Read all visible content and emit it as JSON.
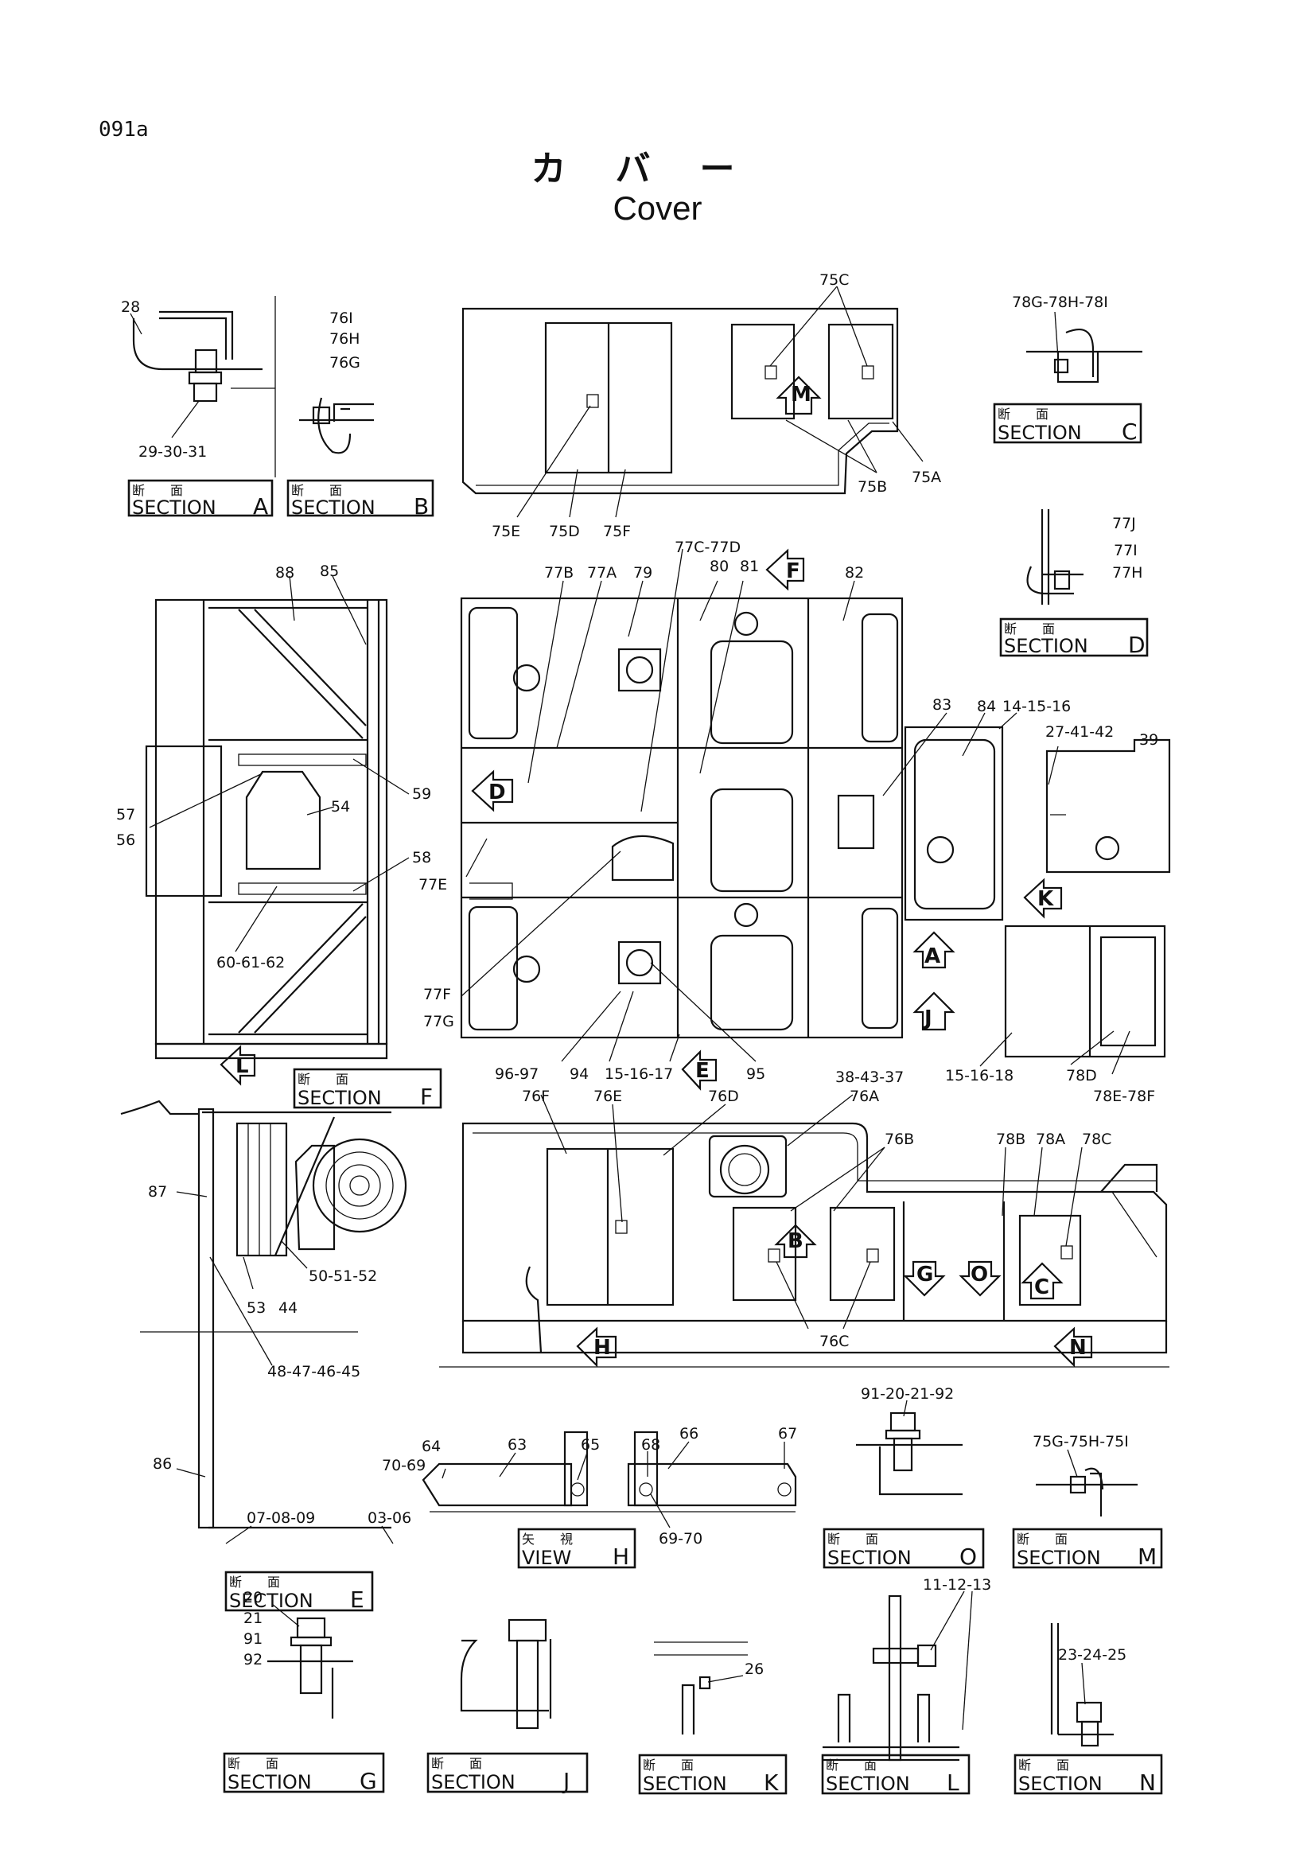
{
  "page_code": "091a",
  "title_jp": "カバー",
  "title_en": "Cover",
  "section_boxes": [
    {
      "jp": "断　　面",
      "word": "SECTION",
      "letter": "A"
    },
    {
      "jp": "断　　面",
      "word": "SECTION",
      "letter": "B"
    },
    {
      "jp": "断　　面",
      "word": "SECTION",
      "letter": "C"
    },
    {
      "jp": "断　　面",
      "word": "SECTION",
      "letter": "D"
    },
    {
      "jp": "断　　面",
      "word": "SECTION",
      "letter": "F"
    },
    {
      "jp": "断　　面",
      "word": "SECTION",
      "letter": "E"
    },
    {
      "jp": "矢　　視",
      "word": "VIEW",
      "letter": "H"
    },
    {
      "jp": "断　　面",
      "word": "SECTION",
      "letter": "O"
    },
    {
      "jp": "断　　面",
      "word": "SECTION",
      "letter": "M"
    },
    {
      "jp": "断　　面",
      "word": "SECTION",
      "letter": "G"
    },
    {
      "jp": "断　　面",
      "word": "SECTION",
      "letter": "J"
    },
    {
      "jp": "断　　面",
      "word": "SECTION",
      "letter": "K"
    },
    {
      "jp": "断　　面",
      "word": "SECTION",
      "letter": "L"
    },
    {
      "jp": "断　　面",
      "word": "SECTION",
      "letter": "N"
    }
  ],
  "view_arrows": [
    "M",
    "F",
    "D",
    "K",
    "A",
    "J",
    "L",
    "E",
    "B",
    "G",
    "O",
    "C",
    "H",
    "N"
  ],
  "part_labels": [
    "28",
    "29-30-31",
    "76I",
    "76H",
    "76G",
    "75C",
    "78G-78H-78I",
    "75B",
    "75A",
    "75E",
    "75D",
    "75F",
    "77J",
    "77I",
    "77H",
    "77C-77D",
    "77B",
    "77A",
    "79",
    "80",
    "81",
    "82",
    "88",
    "85",
    "83",
    "84",
    "14-15-16",
    "27-41-42",
    "39",
    "57",
    "56",
    "54",
    "59",
    "58",
    "77E",
    "60-61-62",
    "77F",
    "77G",
    "96-97",
    "94",
    "15-16-17",
    "95",
    "15-16-18",
    "78D",
    "78E-78F",
    "38-43-37",
    "76A",
    "76F",
    "76E",
    "76D",
    "76B",
    "78B",
    "78A",
    "78C",
    "87",
    "50-51-52",
    "53",
    "44",
    "48-47-46-45",
    "76C",
    "91-20-21-92",
    "75G-75H-75I",
    "64",
    "63",
    "65",
    "68",
    "66",
    "67",
    "70-69",
    "69-70",
    "86",
    "07-08-09",
    "03-06",
    "11-12-13",
    "20",
    "21",
    "91",
    "92",
    "26",
    "23-24-25"
  ]
}
